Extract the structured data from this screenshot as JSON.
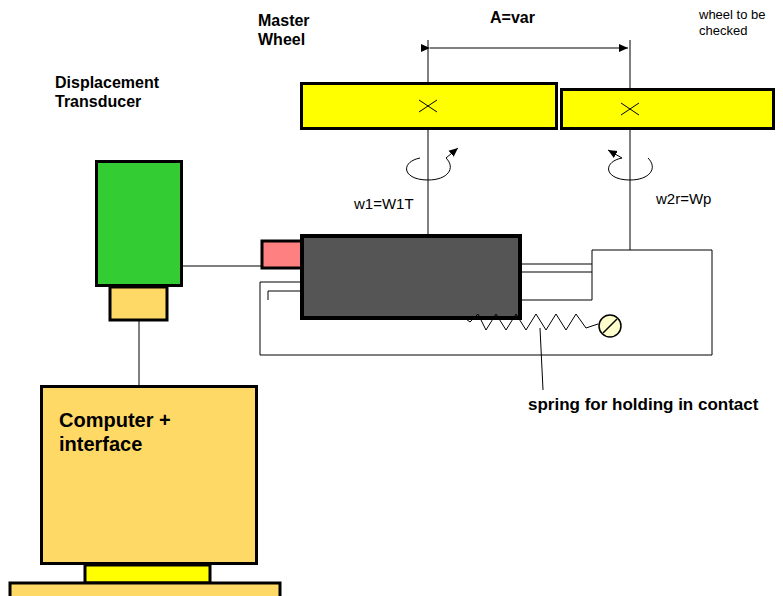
{
  "diagram": {
    "nodes": [
      {
        "text": [
          "Master Wheel"
        ]
      },
      {
        "text": [
          "wheel to be checked"
        ]
      },
      {
        "text": [
          "Displacement Transducer"
        ]
      },
      {
        "text": [
          "Computer + interface"
        ]
      }
    ],
    "edges": [
      {
        "from": 2,
        "to": 3,
        "arrow": "none"
      }
    ],
    "labels": [
      "A=var",
      "w1=W1T",
      "w2r=Wp",
      "spring for holding in contact"
    ]
  }
}
